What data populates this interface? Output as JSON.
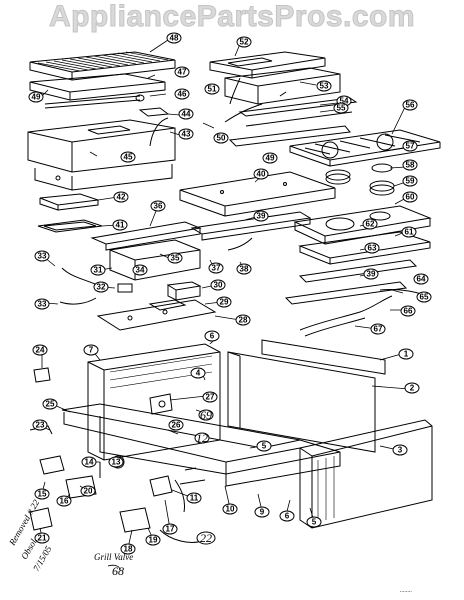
{
  "watermark": "AppliancePartsPros.com",
  "callouts": [
    {
      "id": "48",
      "label": "48"
    },
    {
      "id": "52",
      "label": "52"
    },
    {
      "id": "47",
      "label": "47"
    },
    {
      "id": "49",
      "label": "49"
    },
    {
      "id": "46",
      "label": "46"
    },
    {
      "id": "51",
      "label": "51"
    },
    {
      "id": "53",
      "label": "53"
    },
    {
      "id": "54",
      "label": "54"
    },
    {
      "id": "55",
      "label": "55"
    },
    {
      "id": "56",
      "label": "56"
    },
    {
      "id": "44",
      "label": "44"
    },
    {
      "id": "43",
      "label": "43"
    },
    {
      "id": "50",
      "label": "50"
    },
    {
      "id": "57",
      "label": "57"
    },
    {
      "id": "45",
      "label": "45"
    },
    {
      "id": "49b",
      "label": "49"
    },
    {
      "id": "58",
      "label": "58"
    },
    {
      "id": "40",
      "label": "40"
    },
    {
      "id": "59",
      "label": "59"
    },
    {
      "id": "42",
      "label": "42"
    },
    {
      "id": "36",
      "label": "36"
    },
    {
      "id": "60",
      "label": "60"
    },
    {
      "id": "39",
      "label": "39"
    },
    {
      "id": "62",
      "label": "62"
    },
    {
      "id": "41",
      "label": "41"
    },
    {
      "id": "61",
      "label": "61"
    },
    {
      "id": "35",
      "label": "35"
    },
    {
      "id": "63",
      "label": "63"
    },
    {
      "id": "37",
      "label": "37"
    },
    {
      "id": "38",
      "label": "38"
    },
    {
      "id": "33a",
      "label": "33"
    },
    {
      "id": "31",
      "label": "31"
    },
    {
      "id": "34",
      "label": "34"
    },
    {
      "id": "39b",
      "label": "39"
    },
    {
      "id": "64",
      "label": "64"
    },
    {
      "id": "32",
      "label": "32"
    },
    {
      "id": "30",
      "label": "30"
    },
    {
      "id": "65",
      "label": "65"
    },
    {
      "id": "33b",
      "label": "33"
    },
    {
      "id": "29",
      "label": "29"
    },
    {
      "id": "66",
      "label": "66"
    },
    {
      "id": "28",
      "label": "28"
    },
    {
      "id": "67",
      "label": "67"
    },
    {
      "id": "24",
      "label": "24"
    },
    {
      "id": "7",
      "label": "7"
    },
    {
      "id": "6a",
      "label": "6"
    },
    {
      "id": "1",
      "label": "1"
    },
    {
      "id": "4",
      "label": "4"
    },
    {
      "id": "2",
      "label": "2"
    },
    {
      "id": "25",
      "label": "25"
    },
    {
      "id": "27",
      "label": "27"
    },
    {
      "id": "69",
      "label": "69"
    },
    {
      "id": "26",
      "label": "26"
    },
    {
      "id": "23",
      "label": "23"
    },
    {
      "id": "12",
      "label": "12"
    },
    {
      "id": "5a",
      "label": "5"
    },
    {
      "id": "3",
      "label": "3"
    },
    {
      "id": "14",
      "label": "14"
    },
    {
      "id": "13",
      "label": "13"
    },
    {
      "id": "11",
      "label": "11"
    },
    {
      "id": "15",
      "label": "15"
    },
    {
      "id": "16",
      "label": "16"
    },
    {
      "id": "20",
      "label": "20"
    },
    {
      "id": "10",
      "label": "10"
    },
    {
      "id": "9",
      "label": "9"
    },
    {
      "id": "6b",
      "label": "6"
    },
    {
      "id": "5b",
      "label": "5"
    },
    {
      "id": "18",
      "label": "18"
    },
    {
      "id": "19",
      "label": "19"
    },
    {
      "id": "17",
      "label": "17"
    },
    {
      "id": "22",
      "label": "22"
    },
    {
      "id": "21",
      "label": "21"
    }
  ],
  "handwritten": {
    "note_line1": "Removed # 22",
    "note_line2": "Obsol.",
    "note_line3": "7/15/05",
    "grill_valve_line1": "Grill Valve",
    "grill_valve_line2": "68",
    "circled_69": "69",
    "circled_12": "12",
    "circled_22": "22",
    "marks_67": "67"
  },
  "footer_text": "........"
}
